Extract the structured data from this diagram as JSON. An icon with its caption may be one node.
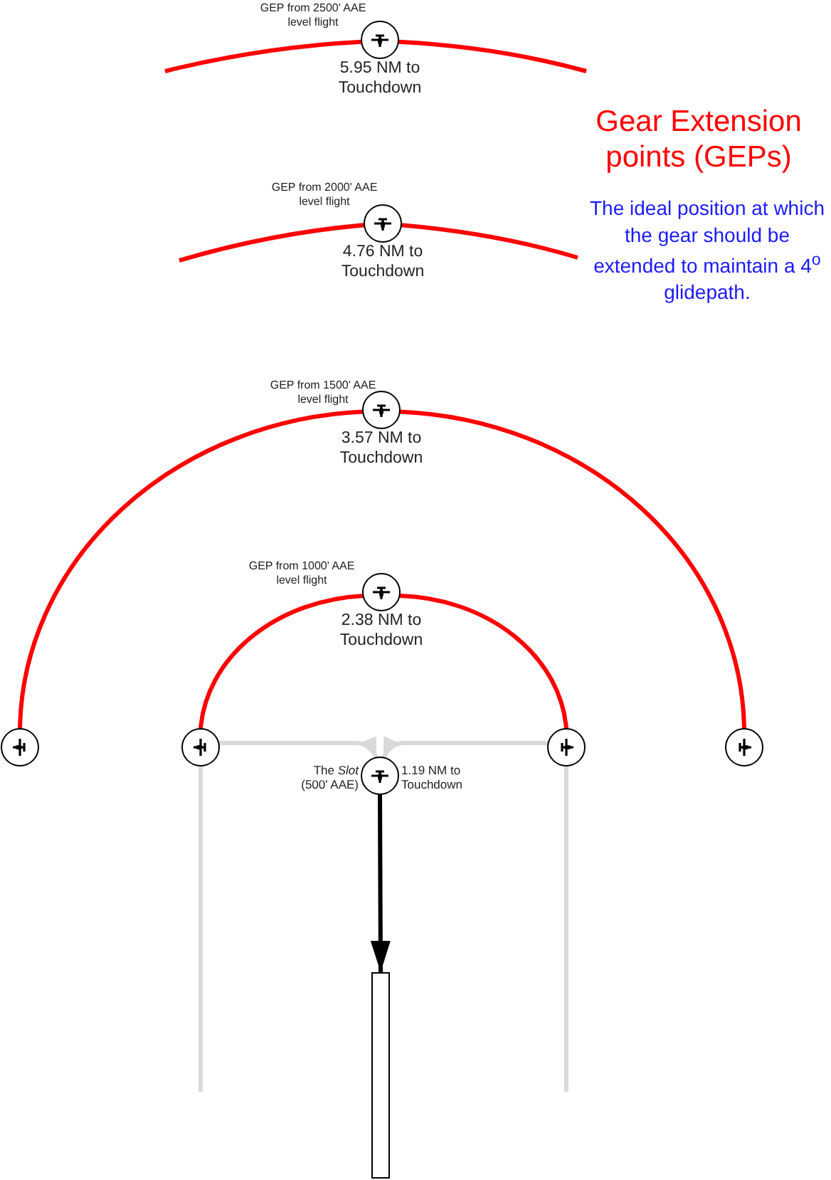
{
  "diagram": {
    "title": "Gear Extension points (GEPs)",
    "nodes": [
      {
        "text": [],
        "shape": "circle",
        "beside": [
          "GEP from 2500' AAE level flight",
          "5.95 NM to Touchdown"
        ]
      },
      {
        "text": [],
        "shape": "circle",
        "beside": [
          "GEP from 2000' AAE level flight",
          "4.76 NM to Touchdown"
        ]
      },
      {
        "text": [],
        "shape": "circle",
        "beside": [
          "GEP from 1500' AAE level flight",
          "3.57 NM to Touchdown"
        ]
      },
      {
        "text": [],
        "shape": "circle",
        "beside": [
          "GEP from 1000' AAE level flight",
          "2.38 NM to Touchdown"
        ]
      },
      {
        "text": [],
        "shape": "circle"
      },
      {
        "text": [],
        "shape": "circle"
      },
      {
        "text": [],
        "shape": "circle"
      },
      {
        "text": [],
        "shape": "circle"
      },
      {
        "text": [],
        "shape": "circle",
        "beside": [
          "The *Slot* (500' AAE)",
          "1.19 NM to Touchdown"
        ]
      },
      {
        "text": [],
        "shape": "box"
      }
    ],
    "edges": [
      {
        "from": null,
        "to": 0,
        "arrow": "none"
      },
      {
        "from": 0,
        "to": null,
        "arrow": "none"
      },
      {
        "from": null,
        "to": 1,
        "arrow": "none"
      },
      {
        "from": 1,
        "to": null,
        "arrow": "none"
      },
      {
        "from": 4,
        "to": 2,
        "arrow": "none"
      },
      {
        "from": 2,
        "to": 7,
        "arrow": "none"
      },
      {
        "from": 5,
        "to": 3,
        "arrow": "none"
      },
      {
        "from": 3,
        "to": 6,
        "arrow": "none"
      },
      {
        "from": null,
        "to": 8,
        "arrow": "to",
        "color": "#d9d9d9"
      },
      {
        "from": null,
        "to": 8,
        "arrow": "to",
        "color": "#d9d9d9"
      },
      {
        "from": 8,
        "to": 9,
        "arrow": "to",
        "color": "#000000"
      }
    ],
    "labels": [
      "The ideal position at which the gear should be extended to maintain a 4$^{o}$ glidepath."
    ]
  }
}
